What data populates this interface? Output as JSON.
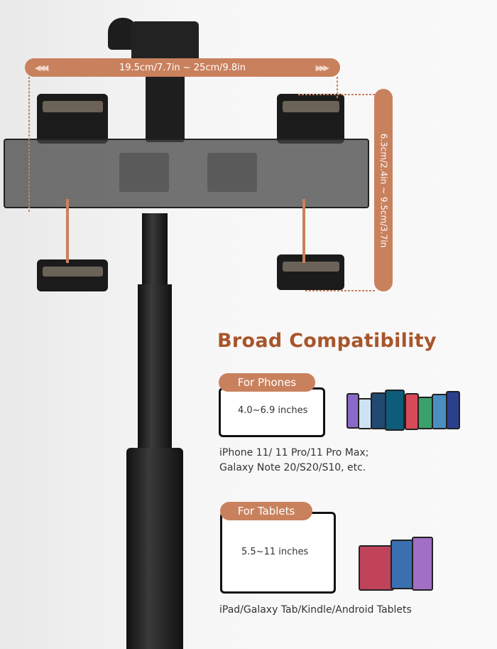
{
  "dimensions": {
    "width_range": "19.5cm/7.7in ~ 25cm/9.8in",
    "height_range": "6.3cm/2.4in ~ 9.5cm/3.7in"
  },
  "heading": "Broad Compatibility",
  "phones": {
    "tag": "For Phones",
    "size": "4.0~6.9 inches",
    "caption_line1": "iPhone 11/ 11 Pro/11 Pro Max;",
    "caption_line2": "Galaxy Note 20/S20/S10, etc."
  },
  "tablets": {
    "tag": "For Tablets",
    "size": "5.5~11 inches",
    "caption": "iPad/Galaxy Tab/Kindle/Android Tablets"
  },
  "colors": {
    "accent": "#c9815d",
    "heading": "#a8552b"
  }
}
